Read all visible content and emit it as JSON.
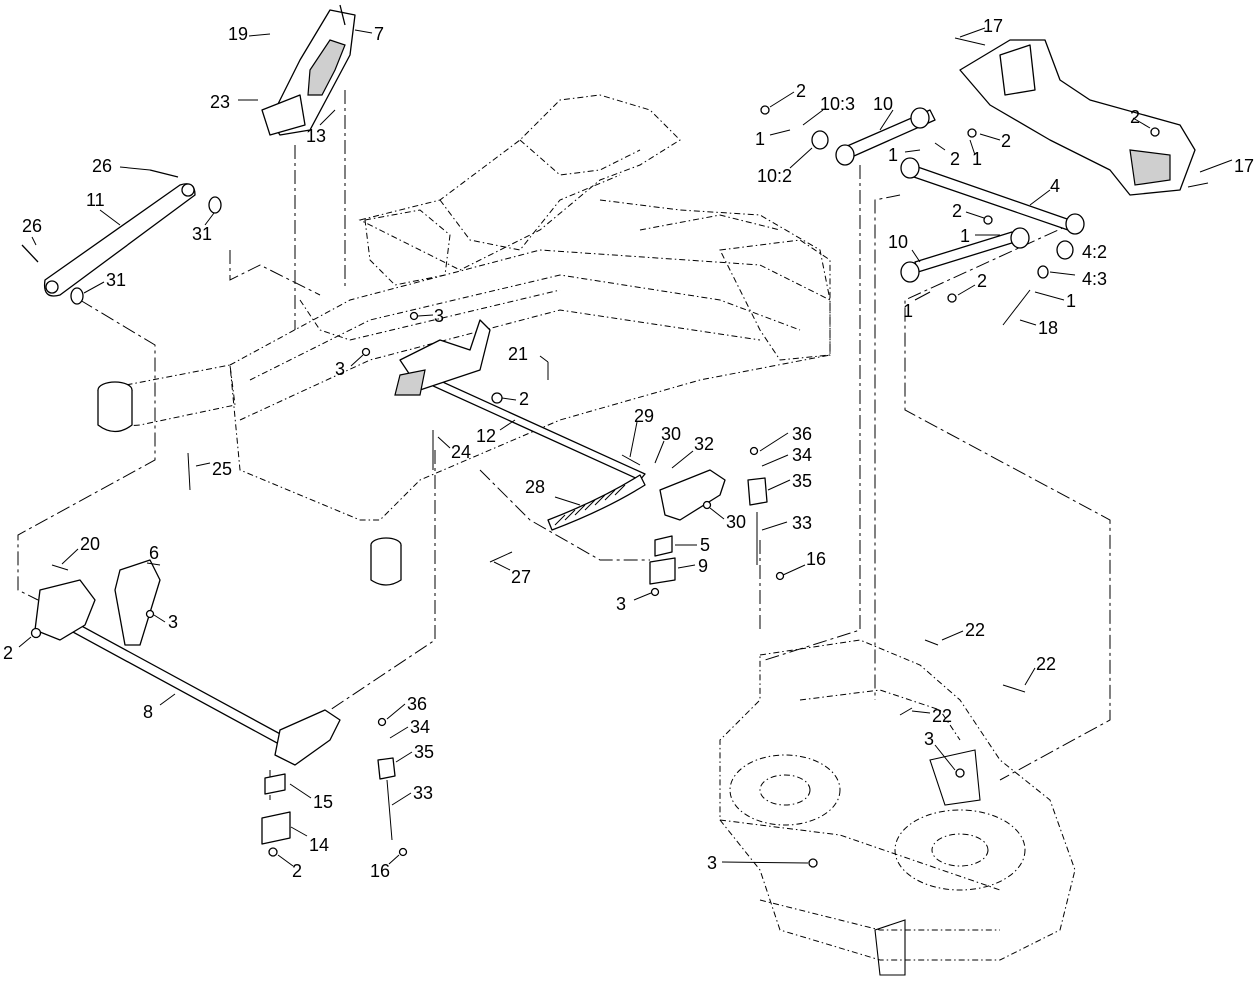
{
  "callouts": [
    {
      "id": "c19",
      "text": "19"
    },
    {
      "id": "c7",
      "text": "7"
    },
    {
      "id": "c23",
      "text": "23"
    },
    {
      "id": "c13",
      "text": "13"
    },
    {
      "id": "c26a",
      "text": "26"
    },
    {
      "id": "c26b",
      "text": "26"
    },
    {
      "id": "c11",
      "text": "11"
    },
    {
      "id": "c31a",
      "text": "31"
    },
    {
      "id": "c31b",
      "text": "31"
    },
    {
      "id": "c3a",
      "text": "3"
    },
    {
      "id": "c3b",
      "text": "3"
    },
    {
      "id": "c21",
      "text": "21"
    },
    {
      "id": "c2a",
      "text": "2"
    },
    {
      "id": "c12",
      "text": "12"
    },
    {
      "id": "c24",
      "text": "24"
    },
    {
      "id": "c25",
      "text": "25"
    },
    {
      "id": "c29",
      "text": "29"
    },
    {
      "id": "c30a",
      "text": "30"
    },
    {
      "id": "c32",
      "text": "32"
    },
    {
      "id": "c36a",
      "text": "36"
    },
    {
      "id": "c34a",
      "text": "34"
    },
    {
      "id": "c35a",
      "text": "35"
    },
    {
      "id": "c28",
      "text": "28"
    },
    {
      "id": "c30b",
      "text": "30"
    },
    {
      "id": "c33a",
      "text": "33"
    },
    {
      "id": "c5",
      "text": "5"
    },
    {
      "id": "c9",
      "text": "9"
    },
    {
      "id": "c16a",
      "text": "16"
    },
    {
      "id": "c3c",
      "text": "3"
    },
    {
      "id": "c27",
      "text": "27"
    },
    {
      "id": "c20",
      "text": "20"
    },
    {
      "id": "c6",
      "text": "6"
    },
    {
      "id": "c3d",
      "text": "3"
    },
    {
      "id": "c2b",
      "text": "2"
    },
    {
      "id": "c8",
      "text": "8"
    },
    {
      "id": "c36b",
      "text": "36"
    },
    {
      "id": "c34b",
      "text": "34"
    },
    {
      "id": "c35b",
      "text": "35"
    },
    {
      "id": "c33b",
      "text": "33"
    },
    {
      "id": "c15",
      "text": "15"
    },
    {
      "id": "c14",
      "text": "14"
    },
    {
      "id": "c2c",
      "text": "2"
    },
    {
      "id": "c16b",
      "text": "16"
    },
    {
      "id": "c17a",
      "text": "17"
    },
    {
      "id": "c2d",
      "text": "2"
    },
    {
      "id": "c103",
      "text": "10:3"
    },
    {
      "id": "c10a",
      "text": "10"
    },
    {
      "id": "c2e",
      "text": "2"
    },
    {
      "id": "c1a",
      "text": "1"
    },
    {
      "id": "c2f",
      "text": "2"
    },
    {
      "id": "c102",
      "text": "10:2"
    },
    {
      "id": "c1b",
      "text": "1"
    },
    {
      "id": "c2g",
      "text": "2"
    },
    {
      "id": "c1c",
      "text": "1"
    },
    {
      "id": "c17b",
      "text": "17"
    },
    {
      "id": "c4",
      "text": "4"
    },
    {
      "id": "c2h",
      "text": "2"
    },
    {
      "id": "c1d",
      "text": "1"
    },
    {
      "id": "c10b",
      "text": "10"
    },
    {
      "id": "c42",
      "text": "4:2"
    },
    {
      "id": "c43",
      "text": "4:3"
    },
    {
      "id": "c2i",
      "text": "2"
    },
    {
      "id": "c1e",
      "text": "1"
    },
    {
      "id": "c1f",
      "text": "1"
    },
    {
      "id": "c18",
      "text": "18"
    },
    {
      "id": "c22a",
      "text": "22"
    },
    {
      "id": "c22b",
      "text": "22"
    },
    {
      "id": "c22c",
      "text": "22"
    },
    {
      "id": "c3e",
      "text": "3"
    },
    {
      "id": "c3f",
      "text": "3"
    }
  ]
}
